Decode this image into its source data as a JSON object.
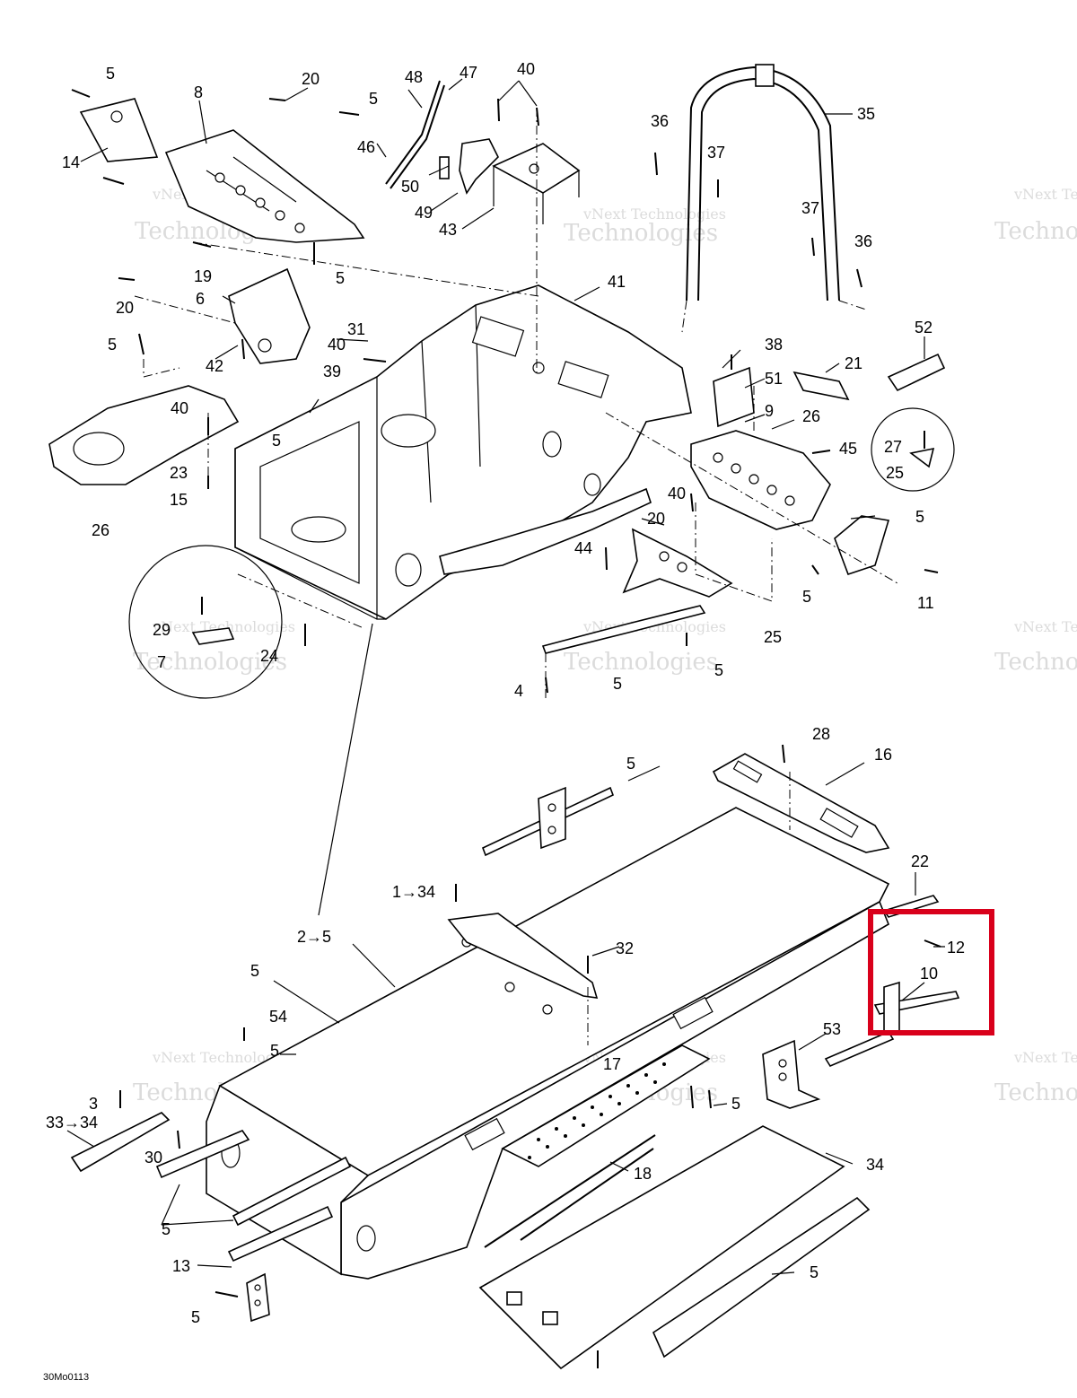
{
  "diagram": {
    "drawing_code": "30Mo0113",
    "watermark": {
      "line1": "vNext Technologies",
      "line2": "Technologies",
      "line3": "vNext"
    },
    "highlight_color": "#d9001b",
    "callouts": [
      "5",
      "20",
      "48",
      "47",
      "40",
      "8",
      "5",
      "14",
      "46",
      "36",
      "35",
      "37",
      "50",
      "49",
      "43",
      "37",
      "36",
      "19",
      "5",
      "41",
      "20",
      "6",
      "5",
      "31",
      "40",
      "38",
      "51",
      "52",
      "21",
      "42",
      "39",
      "9",
      "26",
      "40",
      "5",
      "45",
      "27",
      "25",
      "23",
      "15",
      "26",
      "5",
      "20",
      "40",
      "44",
      "29",
      "7",
      "24",
      "25",
      "5",
      "5",
      "5",
      "11",
      "4",
      "5",
      "16",
      "28",
      "1→34",
      "22",
      "2→5",
      "12",
      "5",
      "10",
      "32",
      "53",
      "54",
      "5",
      "17",
      "5",
      "3",
      "33→34",
      "30",
      "18",
      "34",
      "5",
      "13",
      "5",
      "5"
    ]
  }
}
